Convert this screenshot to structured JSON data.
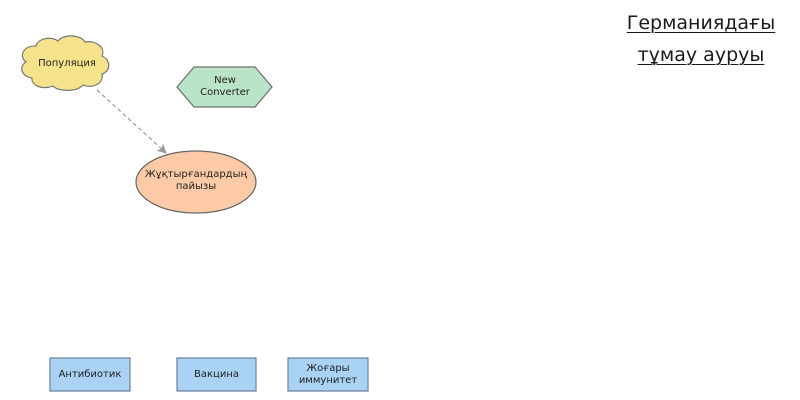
{
  "title": {
    "line1": "Германиядағы",
    "line2": "тұмау ауруы"
  },
  "nodes": {
    "population": {
      "label": "Популяция",
      "fill": "#f4e38a",
      "stroke": "#777777"
    },
    "converter": {
      "label": "New\nConverter",
      "fill": "#b9e4c8",
      "stroke": "#6f6f6f"
    },
    "infected": {
      "label": "Жұқтырғандардың\nпайызы",
      "fill": "#fccaa6",
      "stroke": "#666666"
    },
    "antibiotic": {
      "label": "Антибиотик",
      "fill": "#a9d2f5",
      "stroke": "#6a7f95"
    },
    "vaccine": {
      "label": "Вакцина",
      "fill": "#a9d2f5",
      "stroke": "#6a7f95"
    },
    "immunity": {
      "label": "Жоғары\nиммунитет",
      "fill": "#a9d2f5",
      "stroke": "#6a7f95"
    }
  },
  "connector": {
    "from": "population",
    "to": "infected",
    "style": "dashed",
    "color": "#999999"
  }
}
